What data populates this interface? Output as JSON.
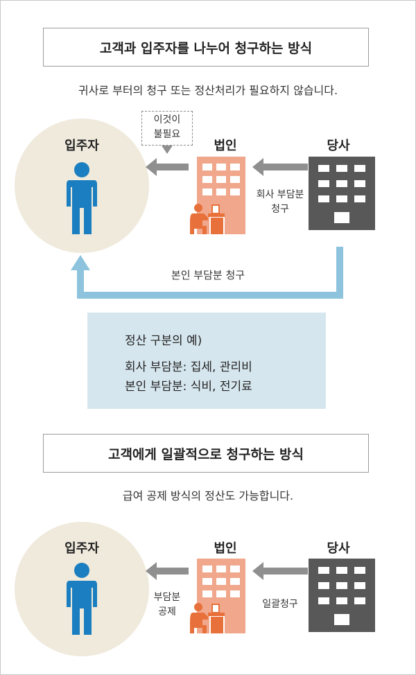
{
  "section1": {
    "title": "고객과 입주자를 나누어 청구하는 방식",
    "subtitle": "귀사로 부터의 청구 또는 정산처리가 필요하지 않습니다.",
    "resident_label": "입주자",
    "corporation_label": "법인",
    "company_label": "당사",
    "note_line1": "이것이",
    "note_line2": "불필요",
    "company_charge_line1": "회사 부담분",
    "company_charge_line2": "청구",
    "personal_charge": "본인 부담분 청구"
  },
  "example": {
    "title": "정산 구분의 예)",
    "line1": "회사 부담분: 집세, 관리비",
    "line2": "본인 부담분: 식비, 전기료"
  },
  "section2": {
    "title": "고객에게 일괄적으로 청구하는 방식",
    "subtitle": "급여 공제 방식의 정산도 가능합니다.",
    "resident_label": "입주자",
    "corporation_label": "법인",
    "company_label": "당사",
    "deduction_line1": "부담분",
    "deduction_line2": "공제",
    "lump_sum_charge": "일괄청구"
  },
  "colors": {
    "circle": "#efeadc",
    "person": "#1a7ec0",
    "corporation_building": "#f0a78b",
    "company_building": "#585858",
    "arrow": "#8f8f8f",
    "return_arrow": "#8dc3dc",
    "worker": "#e8703a",
    "note_box": "#d6e6ee"
  },
  "icons": {
    "resident": "person-icon",
    "corporation": "office-building-icon",
    "company": "company-building-icon",
    "worker": "desk-worker-icon"
  }
}
